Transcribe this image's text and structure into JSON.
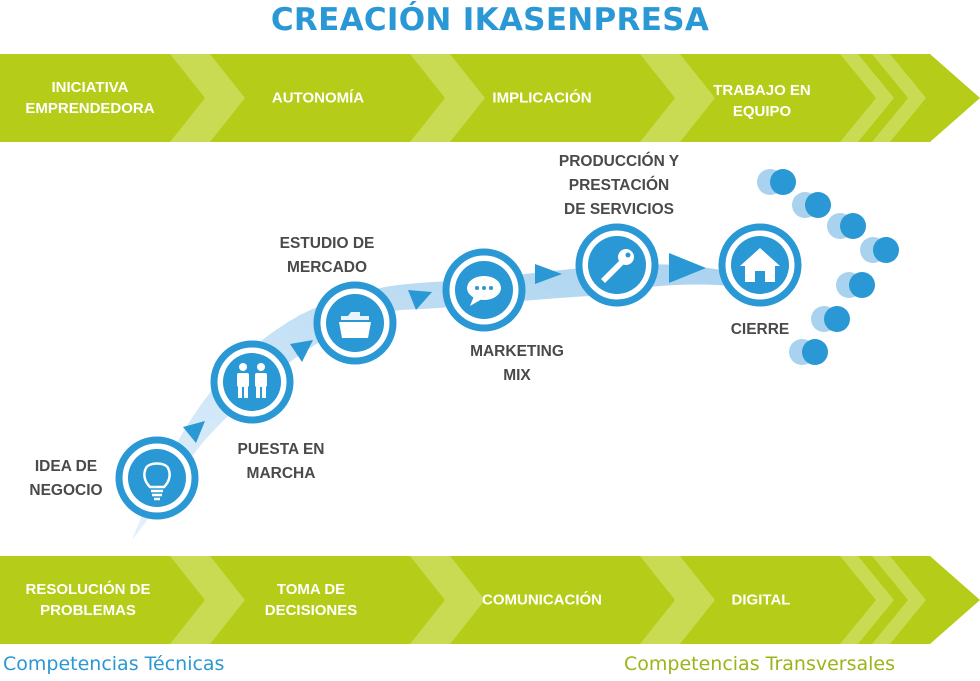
{
  "title": "CREACIÓN IKASENPRESA",
  "top_band": {
    "color": "#b5cc18",
    "items": [
      {
        "label": "INICIATIVA\nEMPRENDEDORA"
      },
      {
        "label": "AUTONOMÍA"
      },
      {
        "label": "IMPLICACIÓN"
      },
      {
        "label": "TRABAJO EN\nEQUIPO"
      }
    ]
  },
  "bottom_band": {
    "color": "#b5cc18",
    "items": [
      {
        "label": "RESOLUCIÓN DE\nPROBLEMAS"
      },
      {
        "label": "TOMA DE\nDECISIONES"
      },
      {
        "label": "COMUNICACIÓN"
      },
      {
        "label": "DIGITAL"
      }
    ]
  },
  "stages": [
    {
      "label": "IDEA DE\nNEGOCIO",
      "icon": "lightbulb-icon"
    },
    {
      "label": "PUESTA EN\nMARCHA",
      "icon": "people-icon"
    },
    {
      "label": "ESTUDIO DE\nMERCADO",
      "icon": "folder-icon"
    },
    {
      "label": "MARKETING\nMIX",
      "icon": "chat-bubble-icon"
    },
    {
      "label": "PRODUCCIÓN Y\nPRESTACIÓN\nDE SERVICIOS",
      "icon": "key-icon"
    },
    {
      "label": "CIERRE",
      "icon": "house-icon"
    }
  ],
  "legend": {
    "technical": {
      "label": "Competencias Técnicas",
      "color": "#2a98d4"
    },
    "transversal": {
      "label": "Competencias Transversales",
      "color": "#9ab51a"
    }
  },
  "colors": {
    "accent_blue": "#2a98d4",
    "light_blue": "#a9d2ef",
    "green": "#b5cc18"
  }
}
